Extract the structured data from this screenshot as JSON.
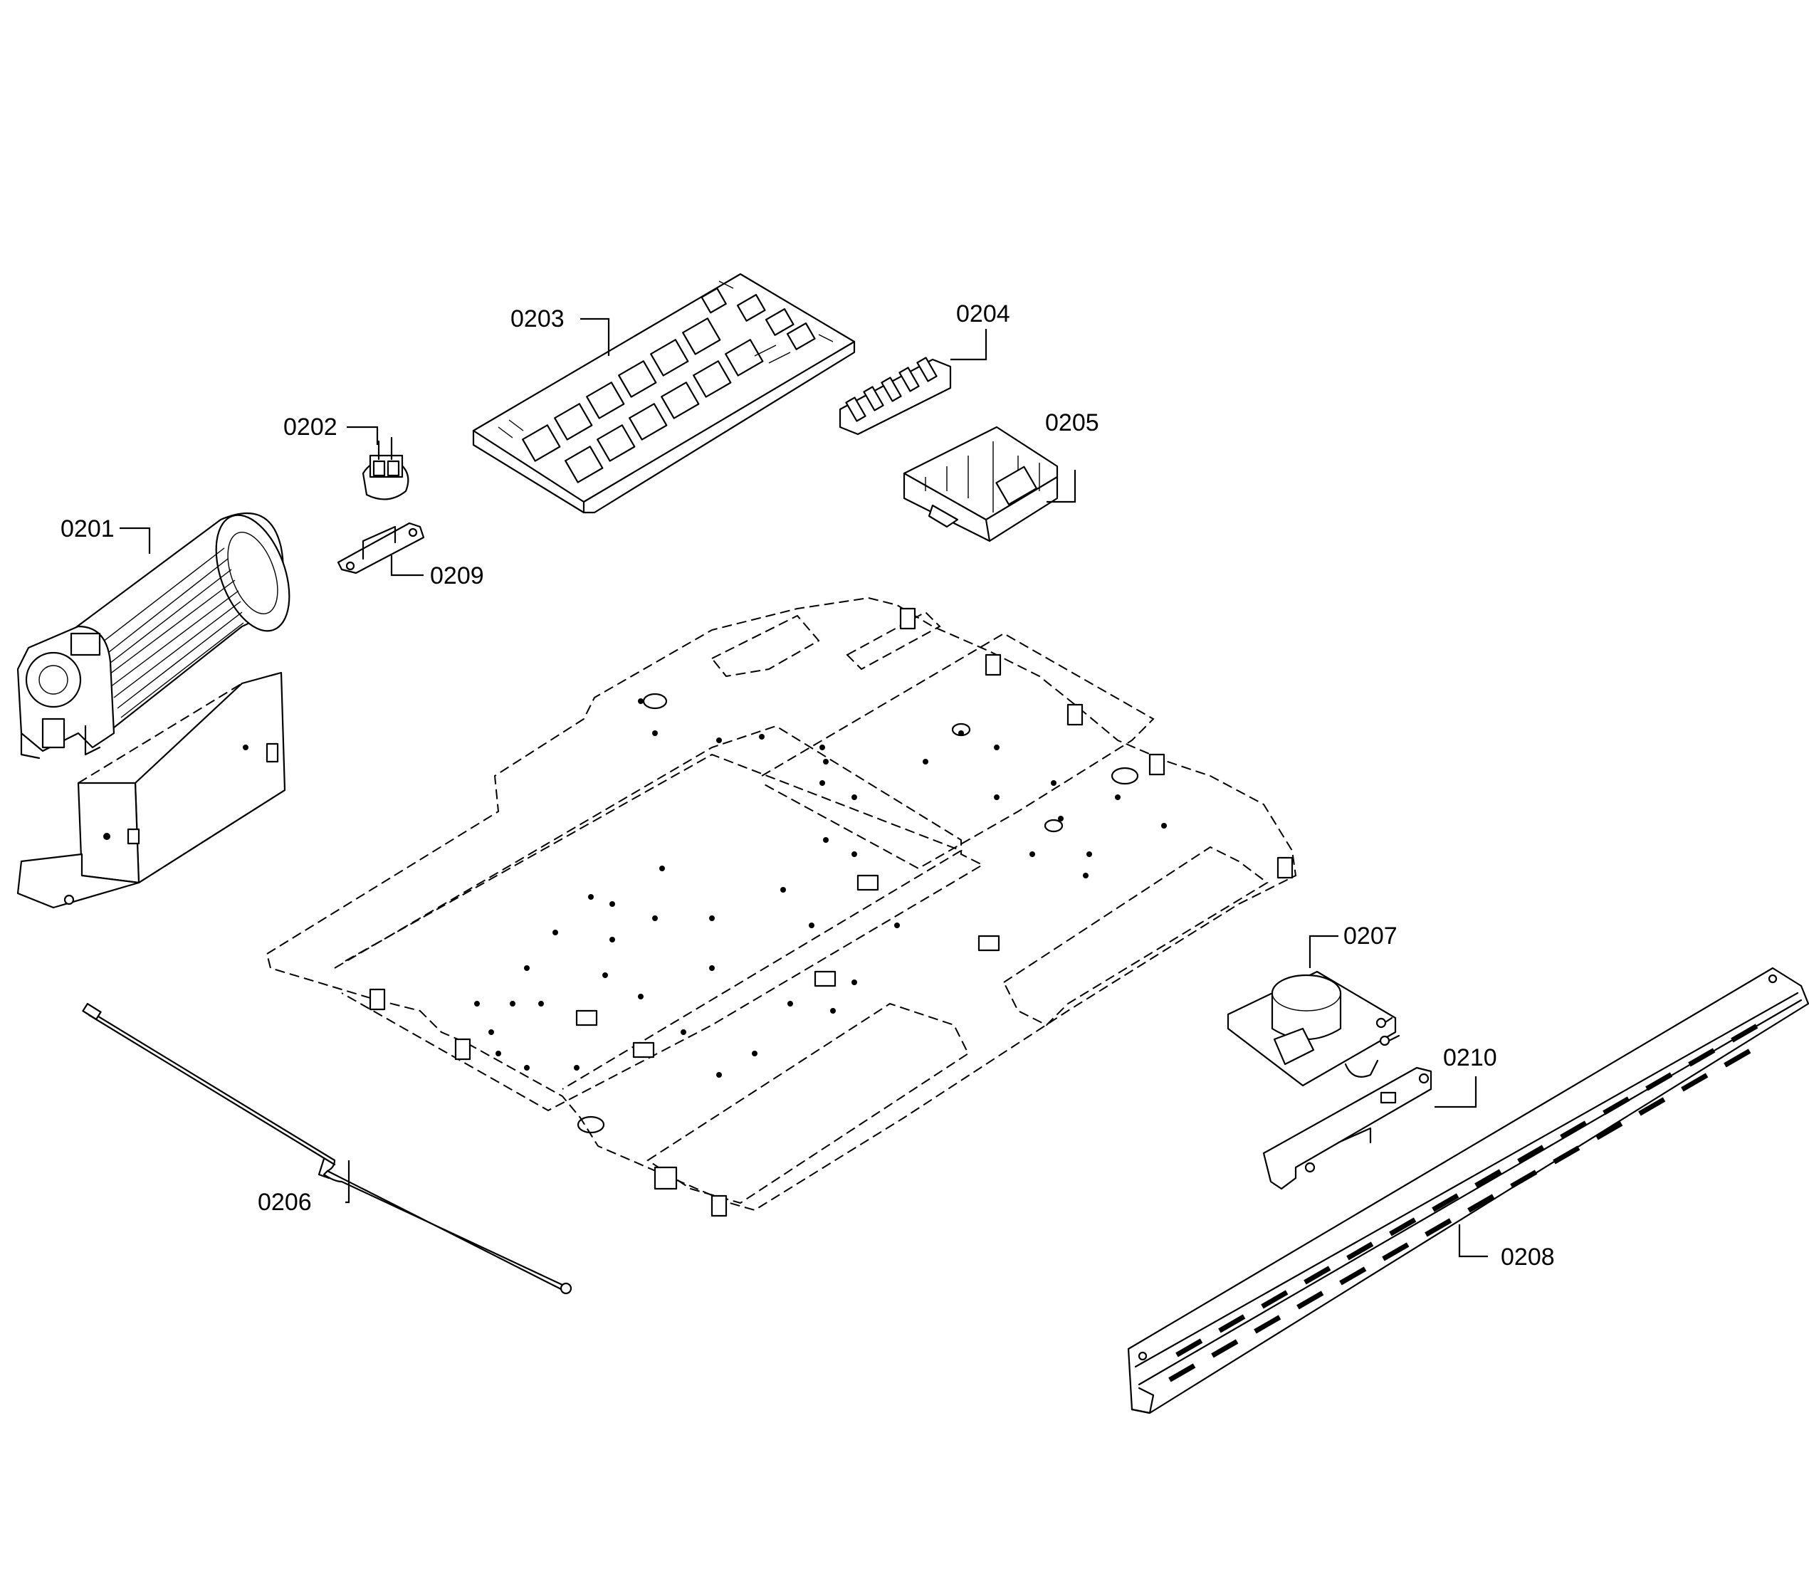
{
  "colors": {
    "line": "#000000",
    "background": "#ffffff"
  },
  "parts": [
    {
      "id": "0201",
      "label": "0201"
    },
    {
      "id": "0202",
      "label": "0202"
    },
    {
      "id": "0203",
      "label": "0203"
    },
    {
      "id": "0204",
      "label": "0204"
    },
    {
      "id": "0205",
      "label": "0205"
    },
    {
      "id": "0206",
      "label": "0206"
    },
    {
      "id": "0207",
      "label": "0207"
    },
    {
      "id": "0208",
      "label": "0208"
    },
    {
      "id": "0209",
      "label": "0209"
    },
    {
      "id": "0210",
      "label": "0210"
    }
  ]
}
